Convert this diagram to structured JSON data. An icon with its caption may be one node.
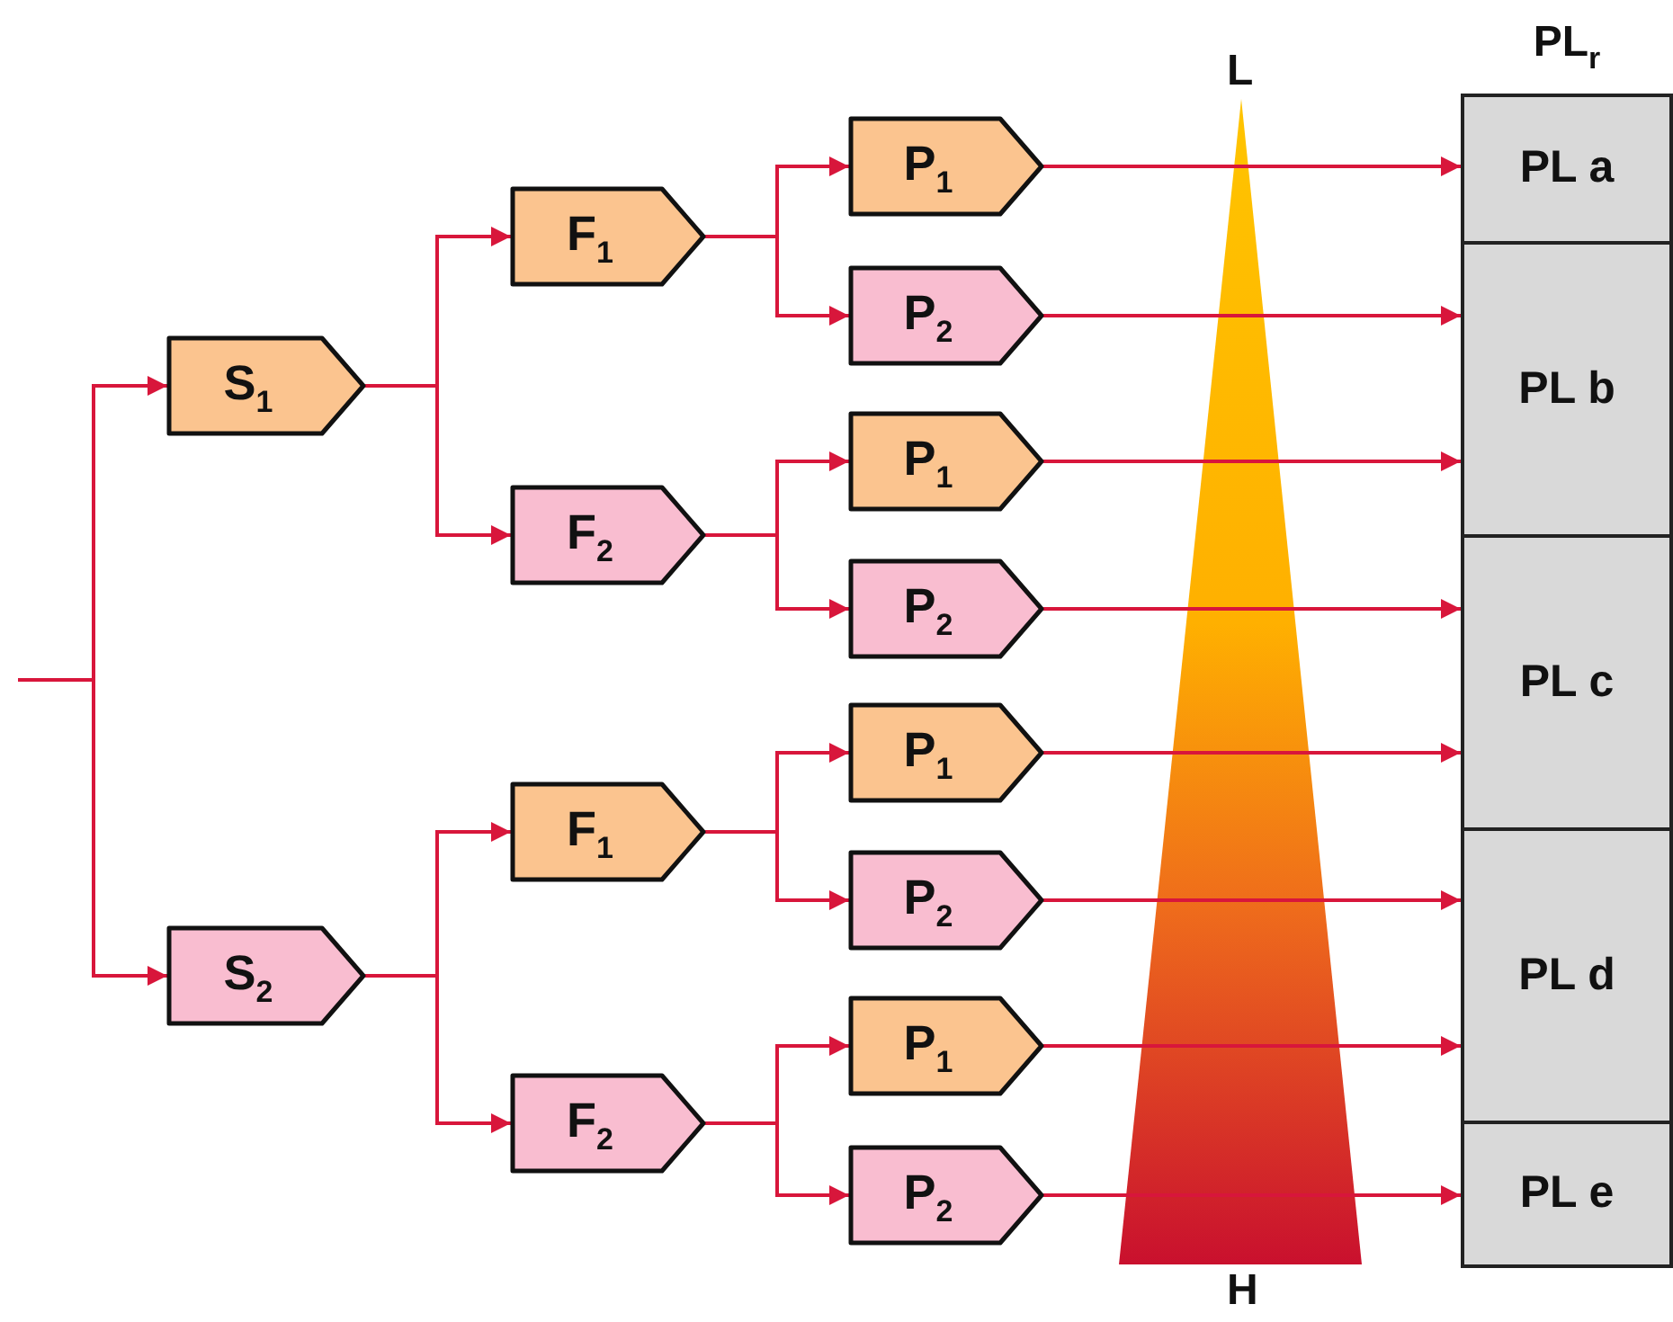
{
  "diagram": {
    "nodes": [
      {
        "text": [
          "S$_{1}$"
        ]
      },
      {
        "text": [
          "F$_{1}$"
        ]
      },
      {
        "text": [
          "P$_{1}$"
        ]
      },
      {
        "text": [
          "P$_{2}$"
        ]
      },
      {
        "text": [
          "F$_{2}$"
        ]
      },
      {
        "text": [
          "P$_{1}$"
        ]
      },
      {
        "text": [
          "P$_{2}$"
        ]
      },
      {
        "text": [
          "S$_{2}$"
        ]
      },
      {
        "text": [
          "F$_{1}$"
        ]
      },
      {
        "text": [
          "P$_{1}$"
        ]
      },
      {
        "text": [
          "P$_{2}$"
        ]
      },
      {
        "text": [
          "F$_{2}$"
        ]
      },
      {
        "text": [
          "P$_{1}$"
        ]
      },
      {
        "text": [
          "P$_{2}$"
        ]
      },
      {
        "text": [
          "PL$_{r}$"
        ]
      },
      {
        "text": [
          "PL a"
        ],
        "in": 14
      },
      {
        "text": [
          "PL b"
        ],
        "in": 14
      },
      {
        "text": [
          "PL c"
        ],
        "in": 14
      },
      {
        "text": [
          "PL d"
        ],
        "in": 14
      },
      {
        "text": [
          "PL e"
        ],
        "in": 14
      }
    ],
    "edges": [
      {
        "from": null,
        "to": 0,
        "arrow": "to"
      },
      {
        "from": null,
        "to": 7,
        "arrow": "to"
      },
      {
        "from": 0,
        "to": 1,
        "arrow": "to"
      },
      {
        "from": 0,
        "to": 4,
        "arrow": "to"
      },
      {
        "from": 1,
        "to": 2,
        "arrow": "to"
      },
      {
        "from": 1,
        "to": 3,
        "arrow": "to"
      },
      {
        "from": 4,
        "to": 5,
        "arrow": "to"
      },
      {
        "from": 4,
        "to": 6,
        "arrow": "to"
      },
      {
        "from": 7,
        "to": 8,
        "arrow": "to"
      },
      {
        "from": 7,
        "to": 11,
        "arrow": "to"
      },
      {
        "from": 8,
        "to": 9,
        "arrow": "to"
      },
      {
        "from": 8,
        "to": 10,
        "arrow": "to"
      },
      {
        "from": 11,
        "to": 12,
        "arrow": "to"
      },
      {
        "from": 11,
        "to": 13,
        "arrow": "to"
      },
      {
        "from": 2,
        "to": 15,
        "arrow": "to"
      },
      {
        "from": 3,
        "to": 16,
        "arrow": "to"
      },
      {
        "from": 5,
        "to": 16,
        "arrow": "to"
      },
      {
        "from": 6,
        "to": 17,
        "arrow": "to"
      },
      {
        "from": 9,
        "to": 17,
        "arrow": "to"
      },
      {
        "from": 10,
        "to": 18,
        "arrow": "to"
      },
      {
        "from": 12,
        "to": 18,
        "arrow": "to"
      },
      {
        "from": 13,
        "to": 19,
        "arrow": "to"
      }
    ],
    "labels": [
      "L",
      "H"
    ]
  }
}
